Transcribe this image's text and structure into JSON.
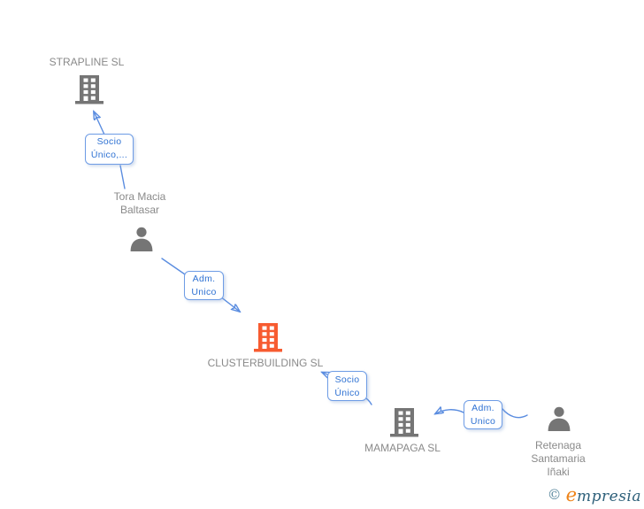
{
  "diagram": {
    "type": "corporate-relationship-graph",
    "background": "#ffffff"
  },
  "colors": {
    "company_icon": "#757575",
    "company_icon_highlight": "#f75b30",
    "person_icon": "#757575",
    "edge_line": "#5b8de0",
    "edge_arrowhead": "#4a83da",
    "edge_box_border": "#6e9ce5",
    "edge_box_text": "#2f72d3",
    "node_label_text": "#8a8a8a",
    "watermark_copyright": "#5d8aa0",
    "watermark_initial": "#ee8318",
    "watermark_rest": "#2e607a"
  },
  "nodes": [
    {
      "id": "strapline-sl",
      "type": "company",
      "label": "STRAPLINE SL"
    },
    {
      "id": "tora-macia-baltasar",
      "type": "person",
      "label": "Tora Macia Baltasar"
    },
    {
      "id": "clusterbuilding-sl",
      "type": "company",
      "label": "CLUSTERBUILDING SL",
      "highlighted": true
    },
    {
      "id": "mamapaga-sl",
      "type": "company",
      "label": "MAMAPAGA SL"
    },
    {
      "id": "retenaga-santamaria-inaki",
      "type": "person",
      "label": "Retenaga Santamaria Iñaki"
    }
  ],
  "edges": [
    {
      "from": "tora-macia-baltasar",
      "to": "strapline-sl",
      "label": "Socio Único,..."
    },
    {
      "from": "tora-macia-baltasar",
      "to": "clusterbuilding-sl",
      "label": "Adm. Unico"
    },
    {
      "from": "mamapaga-sl",
      "to": "clusterbuilding-sl",
      "label": "Socio Único"
    },
    {
      "from": "retenaga-santamaria-inaki",
      "to": "mamapaga-sl",
      "label": "Adm. Unico"
    }
  ],
  "watermark": {
    "copyright": "©",
    "brand_initial": "e",
    "brand_rest": "mpresia"
  }
}
